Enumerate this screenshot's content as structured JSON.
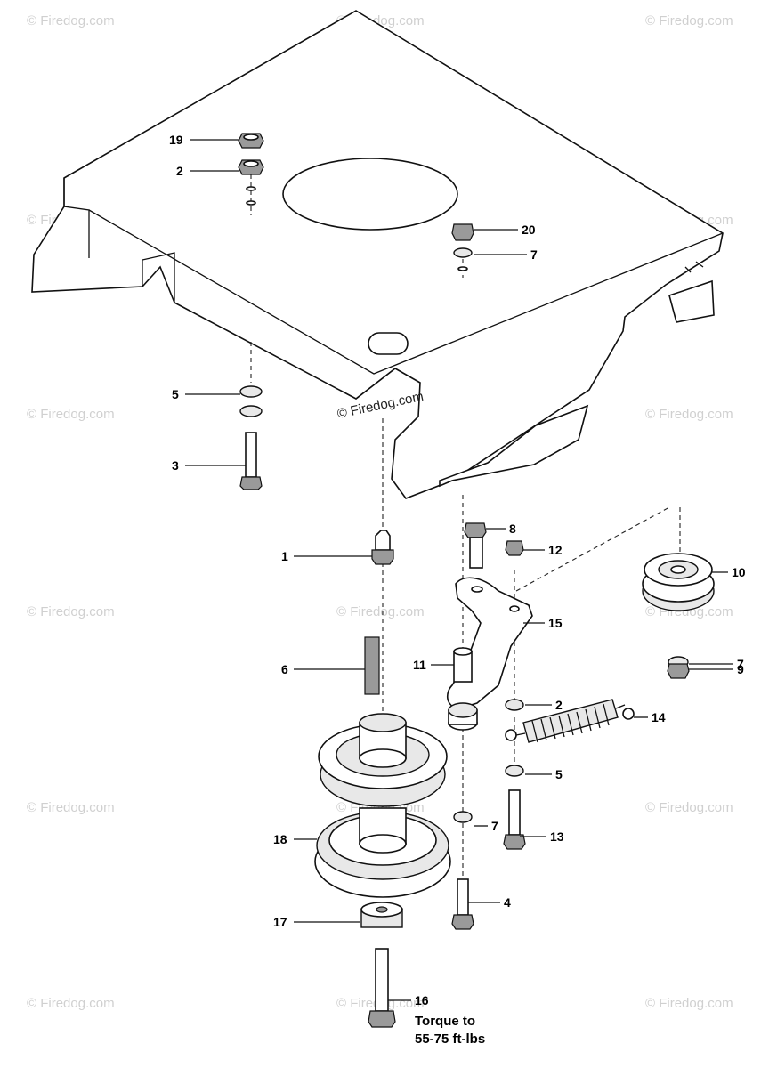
{
  "watermark": "© Firedog.com",
  "callouts": {
    "c1": "1",
    "c2a": "2",
    "c2b": "2",
    "c3": "3",
    "c4": "4",
    "c5a": "5",
    "c5b": "5",
    "c6": "6",
    "c7a": "7",
    "c7b": "7",
    "c7c": "7",
    "c8": "8",
    "c9": "9",
    "c10": "10",
    "c11": "11",
    "c12": "12",
    "c13": "13",
    "c14": "14",
    "c15": "15",
    "c16": "16",
    "c17": "17",
    "c18": "18",
    "c19": "19",
    "c20": "20"
  },
  "note": {
    "line1": "Torque to",
    "line2": "55-75 ft-lbs"
  }
}
